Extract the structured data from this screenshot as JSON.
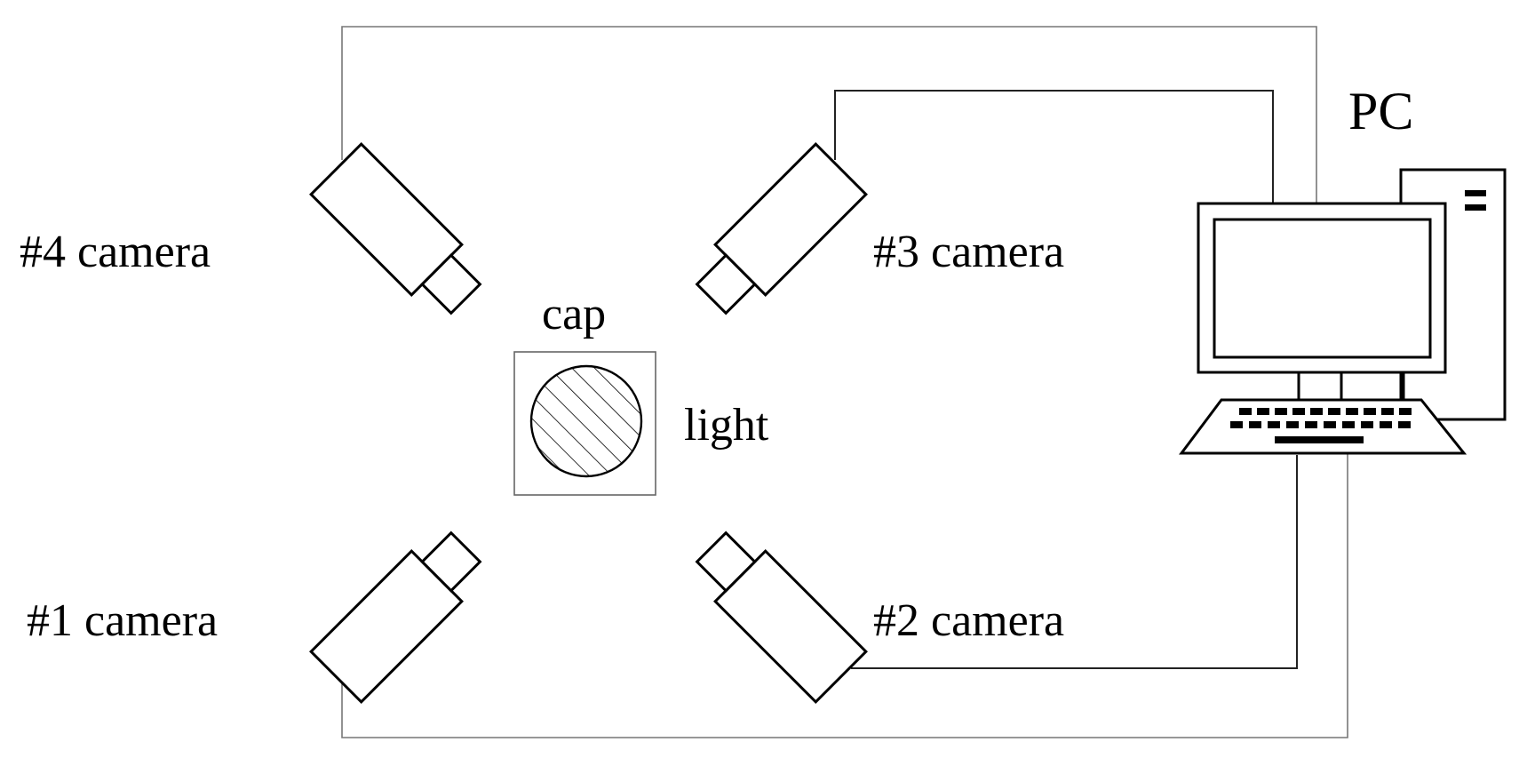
{
  "labels": {
    "pc": "PC",
    "cap": "cap",
    "light": "light",
    "camera1": "#1 camera",
    "camera2": "#2 camera",
    "camera3": "#3 camera",
    "camera4": "#4 camera"
  },
  "colors": {
    "stroke": "#000000",
    "cable_light": "#777777",
    "cable_dark": "#222222",
    "background": "#ffffff"
  },
  "icons": [
    "camera-icon",
    "desktop-pc-icon",
    "cap-icon"
  ]
}
